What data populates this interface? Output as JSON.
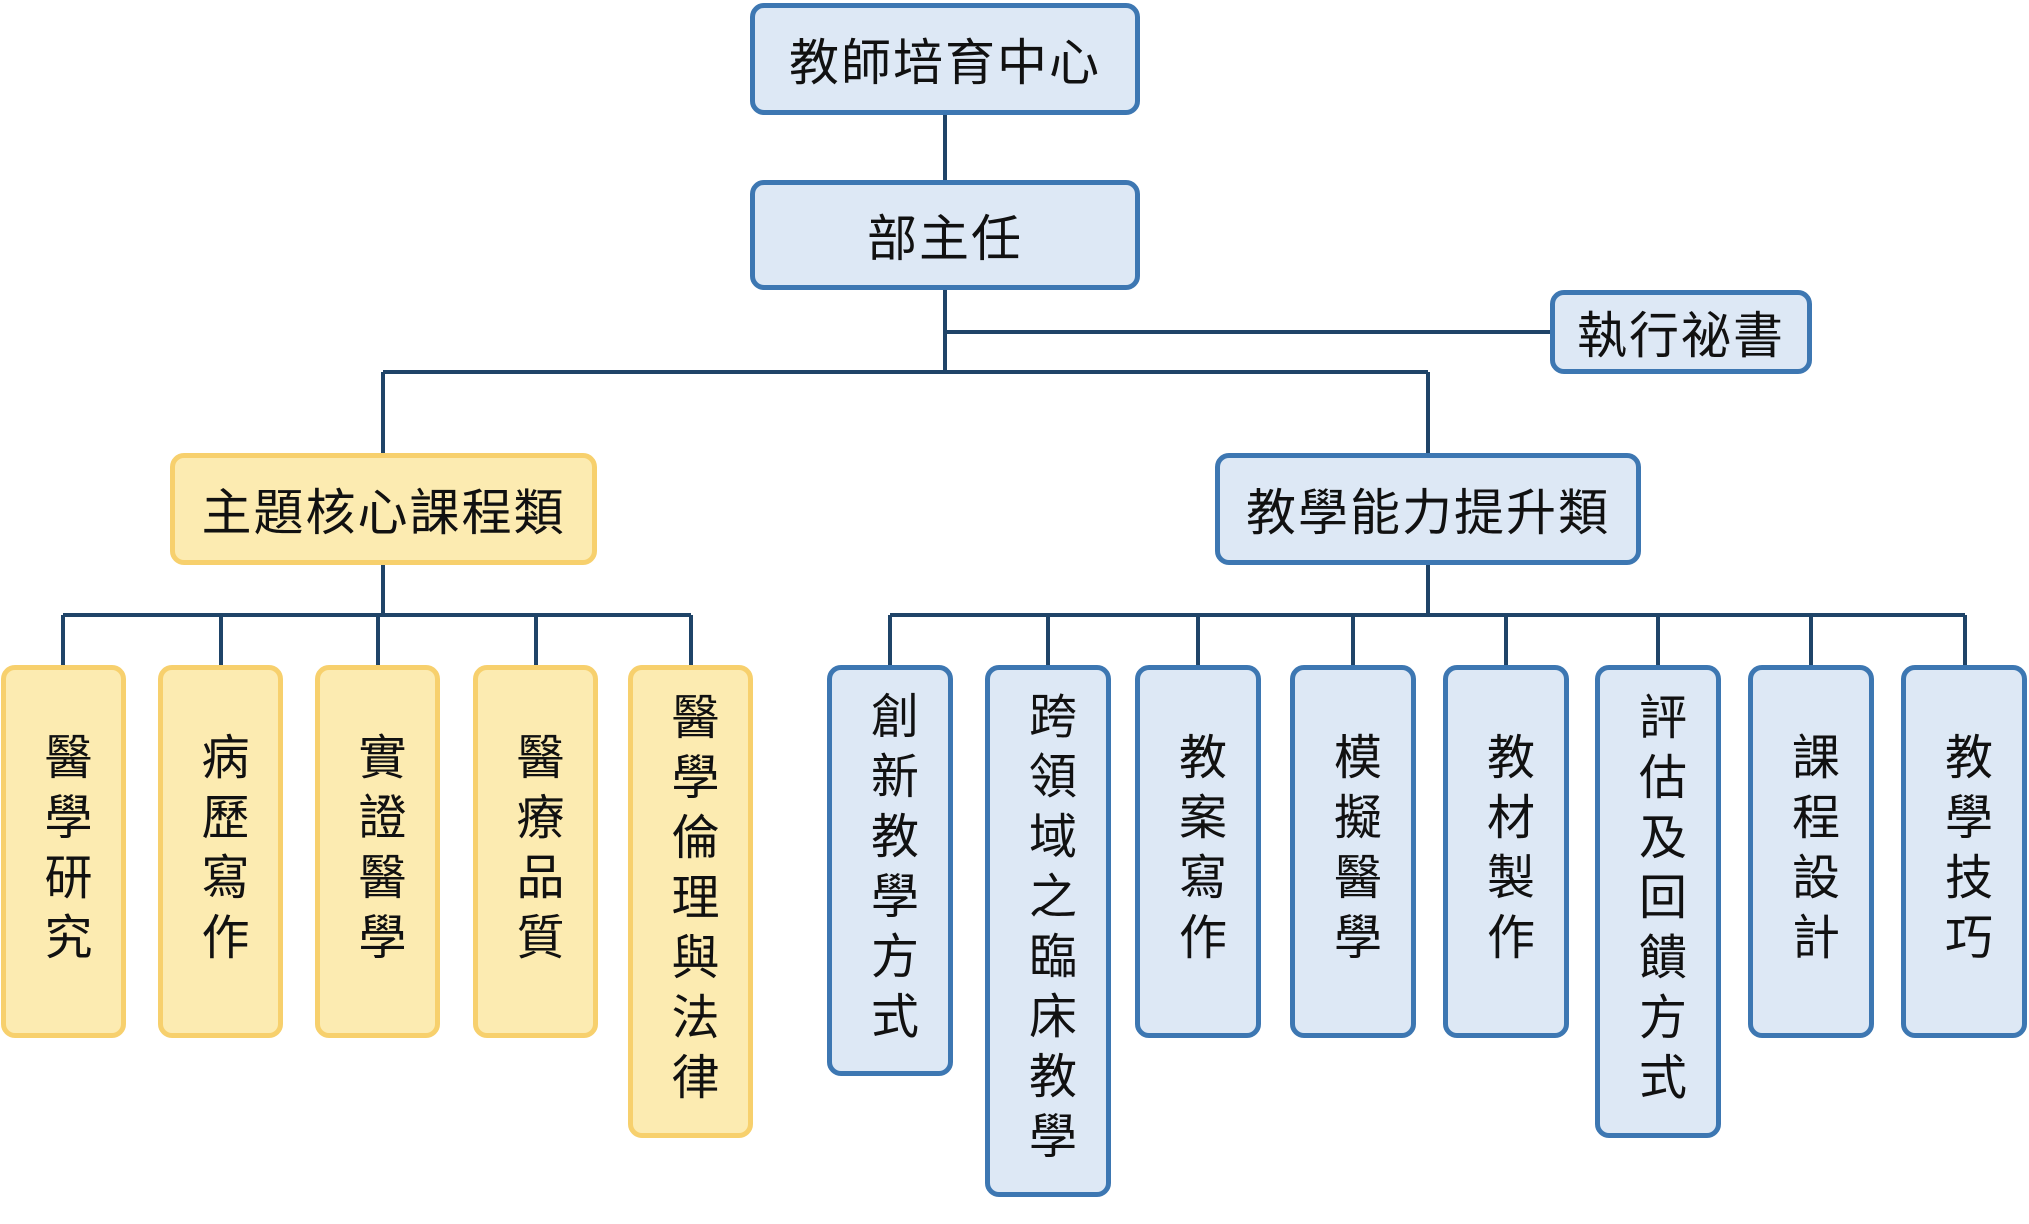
{
  "root": {
    "label": "教師培育中心"
  },
  "director": {
    "label": "部主任"
  },
  "secretary": {
    "label": "執行祕書"
  },
  "categories": {
    "core": {
      "label": "主題核心課程類"
    },
    "teaching": {
      "label": "教學能力提升類"
    }
  },
  "core_items": [
    {
      "label": "醫學研究"
    },
    {
      "label": "病歷寫作"
    },
    {
      "label": "實證醫學"
    },
    {
      "label": "醫療品質"
    },
    {
      "label": "醫學倫理與法律"
    }
  ],
  "teaching_items": [
    {
      "label": "創新教學方式"
    },
    {
      "label": "跨領域之臨床教學"
    },
    {
      "label": "教案寫作"
    },
    {
      "label": "模擬醫學"
    },
    {
      "label": "教材製作"
    },
    {
      "label": "評估及回饋方式"
    },
    {
      "label": "課程設計"
    },
    {
      "label": "教學技巧"
    }
  ],
  "colors": {
    "blue_fill": "#dde8f5",
    "blue_border": "#3d77b2",
    "yellow_fill": "#fcebb1",
    "yellow_border": "#f7d06d",
    "connector": "#1f4468"
  }
}
